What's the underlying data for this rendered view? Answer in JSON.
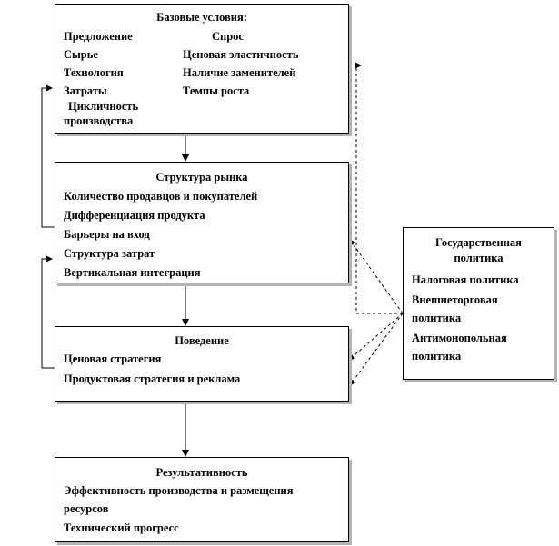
{
  "basic_conditions": {
    "title": "Базовые условия:",
    "supply_header": "Предложение",
    "demand_header": "Спрос",
    "supply_items": [
      "Сырье",
      "Технология",
      "Затраты",
      "Цикличность",
      "производства"
    ],
    "demand_items": [
      "Ценовая эластичность",
      "Наличие заменителей",
      "Темпы роста"
    ]
  },
  "market_structure": {
    "title": "Структура рынка",
    "items": [
      "Количество продавцов и покупателей",
      "Дифференциация продукта",
      "Барьеры на вход",
      "Структура  затрат",
      "Вертикальная интеграция"
    ]
  },
  "conduct": {
    "title": "Поведение",
    "items": [
      "Ценовая стратегия",
      "Продуктовая  стратегия и реклама"
    ]
  },
  "performance": {
    "title": "Результативность",
    "items": [
      "Эффективность производства и размещения",
      "ресурсов",
      "Технический прогресс"
    ]
  },
  "government_policy": {
    "title_lines": [
      "Государственная",
      "политика"
    ],
    "items": [
      "Налоговая политика",
      "Внешнеторговая",
      "политика",
      "Антимонопольная",
      "политика"
    ]
  }
}
